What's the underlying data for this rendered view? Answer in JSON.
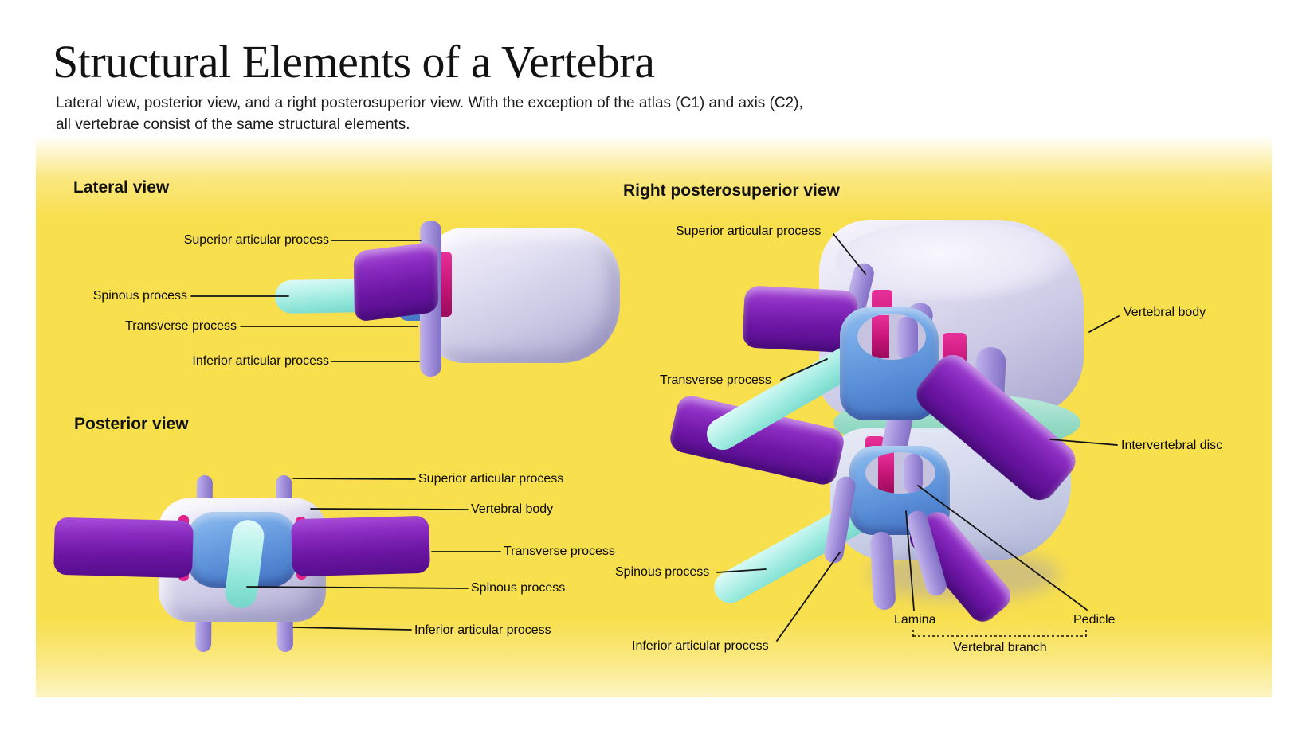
{
  "page": {
    "title": "Structural Elements of a Vertebra",
    "subtitle_line1": "Lateral view, posterior view, and a right posterosuperior view. With the exception of the atlas (C1) and axis (C2),",
    "subtitle_line2": "all vertebrae consist of the same structural elements."
  },
  "colors": {
    "yellow": "#F8DF4E",
    "purple": "#6B15A2",
    "cyan": "#8CE4D7",
    "blue": "#5488D3",
    "magenta": "#C41476",
    "lavender": "#C9C7E3",
    "lilac": "#9E8CD9",
    "line": "#141414",
    "text": "#0a0a0a"
  },
  "views": {
    "lateral": {
      "heading": "Lateral view",
      "labels": [
        {
          "text": "Superior articular process"
        },
        {
          "text": "Spinous process"
        },
        {
          "text": "Transverse process"
        },
        {
          "text": "Inferior articular process"
        }
      ]
    },
    "posterior": {
      "heading": "Posterior view",
      "labels": [
        {
          "text": "Superior articular process"
        },
        {
          "text": "Vertebral body"
        },
        {
          "text": "Transverse process"
        },
        {
          "text": "Spinous process"
        },
        {
          "text": "Inferior articular process"
        }
      ]
    },
    "posterosuperior": {
      "heading": "Right posterosuperior view",
      "labels": [
        {
          "text": "Superior articular process"
        },
        {
          "text": "Vertebral body"
        },
        {
          "text": "Transverse process"
        },
        {
          "text": "Intervertebral disc"
        },
        {
          "text": "Spinous process"
        },
        {
          "text": "Inferior articular process"
        },
        {
          "text": "Lamina"
        },
        {
          "text": "Pedicle"
        },
        {
          "text": "Vertebral branch"
        }
      ]
    }
  }
}
